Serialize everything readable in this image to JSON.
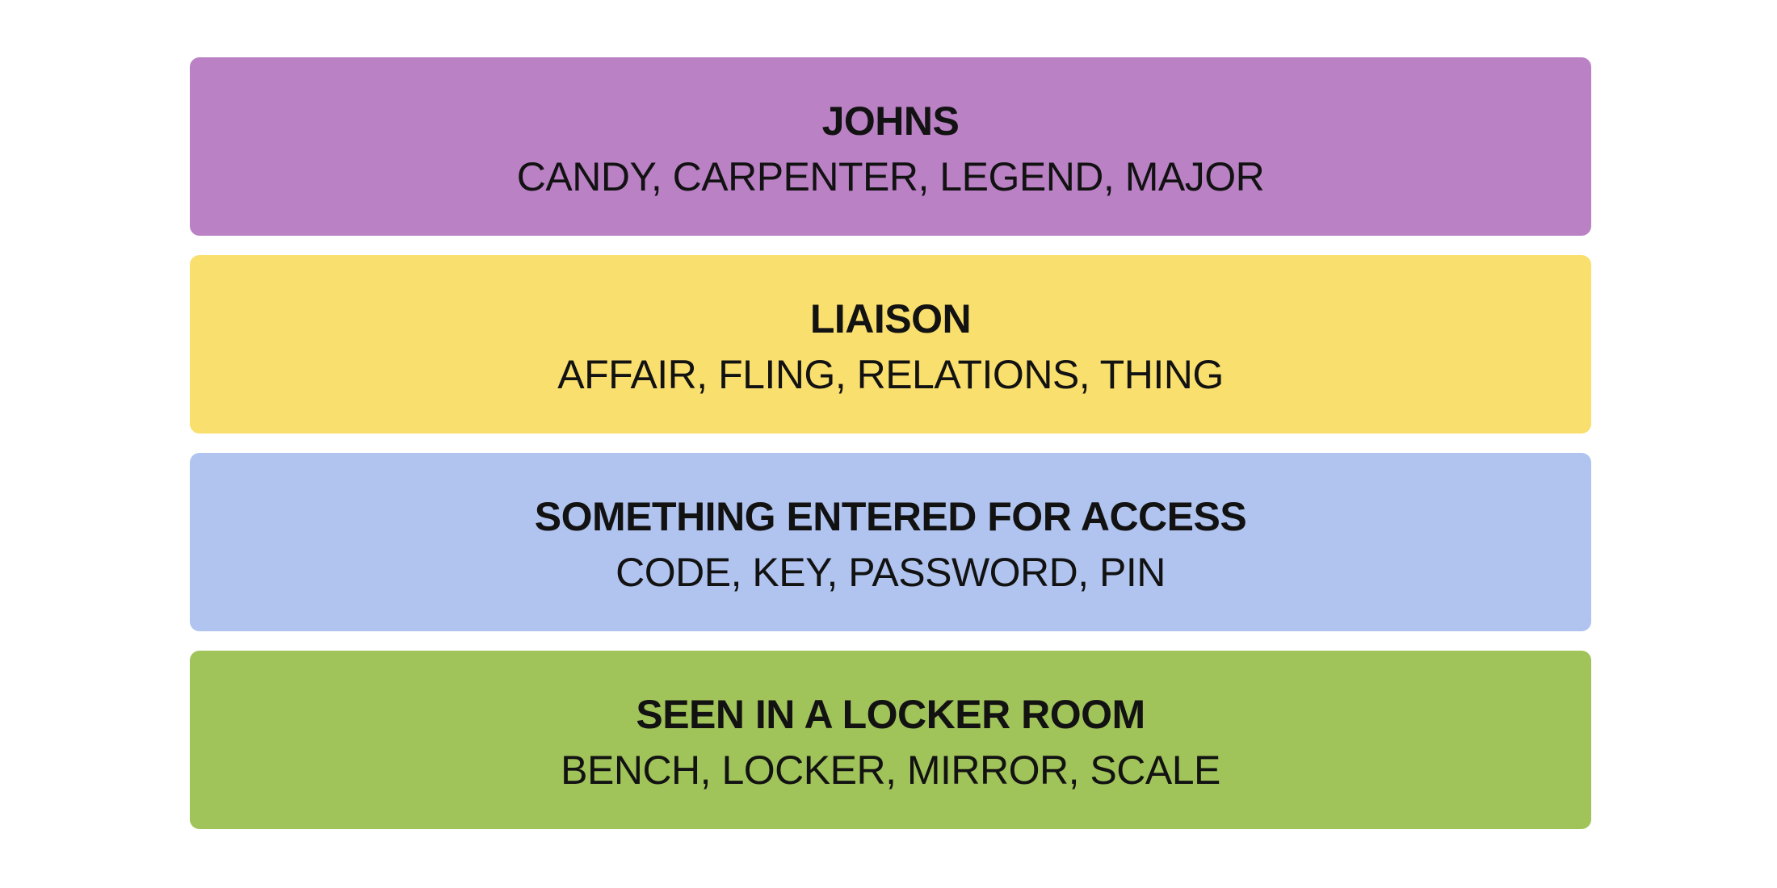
{
  "groups": [
    {
      "title": "JOHNS",
      "members": "CANDY, CARPENTER, LEGEND, MAJOR",
      "color": "#ba81c5"
    },
    {
      "title": "LIAISON",
      "members": "AFFAIR, FLING, RELATIONS, THING",
      "color": "#f9df6d"
    },
    {
      "title": "SOMETHING ENTERED FOR ACCESS",
      "members": "CODE, KEY, PASSWORD, PIN",
      "color": "#b0c4ef"
    },
    {
      "title": "SEEN IN A LOCKER ROOM",
      "members": "BENCH, LOCKER, MIRROR, SCALE",
      "color": "#a0c35a"
    }
  ]
}
